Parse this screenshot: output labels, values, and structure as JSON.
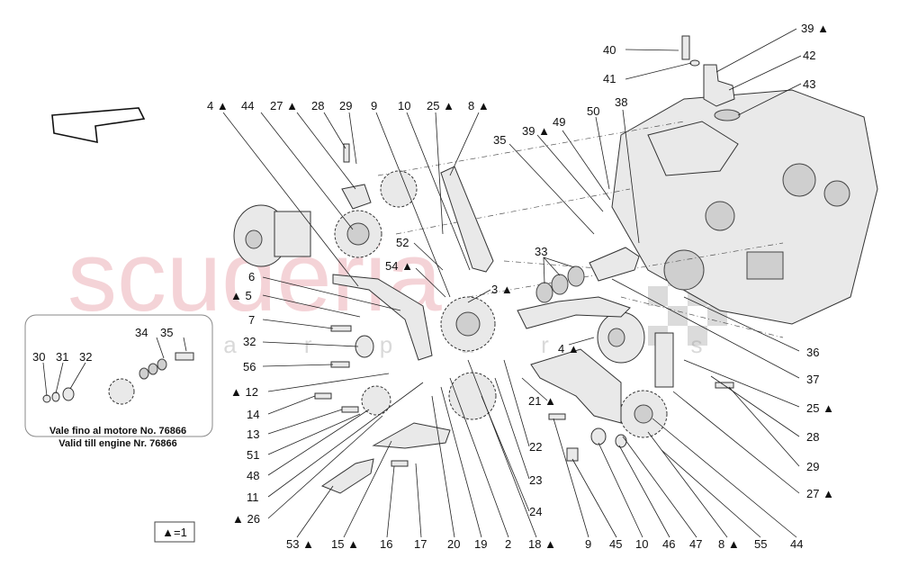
{
  "watermark": {
    "brand": "scuderia",
    "subline": "c a r p a r t s"
  },
  "inset_note": {
    "line1": "Vale fino al motore No. 76866",
    "line2": "Valid till engine Nr. 76866"
  },
  "legend": {
    "text": "▲=1"
  },
  "labels": {
    "l39a": "39 ▲",
    "l40": "40",
    "l41": "41",
    "l42": "42",
    "l43": "43",
    "l4a": "4 ▲",
    "l44a": "44",
    "l27a": "27 ▲",
    "l28a": "28",
    "l29a": "29",
    "l9a": "9",
    "l10a": "10",
    "l25a": "25 ▲",
    "l8a": "8 ▲",
    "l35a": "35",
    "l39b": "39 ▲",
    "l49": "49",
    "l50": "50",
    "l38": "38",
    "l52": "52",
    "l54": "54 ▲",
    "l33": "33",
    "l3": "3 ▲",
    "l6": "6",
    "l5": "▲ 5",
    "l7": "7",
    "l32a": "32",
    "l56": "56",
    "l12": "▲ 12",
    "l14": "14",
    "l13": "13",
    "l51": "51",
    "l48": "48",
    "l11": "11",
    "l26": "▲ 26",
    "l4b": "4 ▲",
    "l21": "21 ▲",
    "l22": "22",
    "l23": "23",
    "l24": "24",
    "l36": "36",
    "l37": "37",
    "l25b": "25 ▲",
    "l28b": "28",
    "l29b": "29",
    "l27b": "27 ▲",
    "l53": "53 ▲",
    "l15": "15 ▲",
    "l16": "16",
    "l17": "17",
    "l20": "20",
    "l19": "19",
    "l2": "2",
    "l18": "18 ▲",
    "l9b": "9",
    "l45": "45",
    "l10b": "10",
    "l46": "46",
    "l47": "47",
    "l8b": "8 ▲",
    "l55": "55",
    "l44b": "44",
    "l34": "34",
    "l35b": "35",
    "l30": "30",
    "l31": "31",
    "l32b": "32"
  }
}
